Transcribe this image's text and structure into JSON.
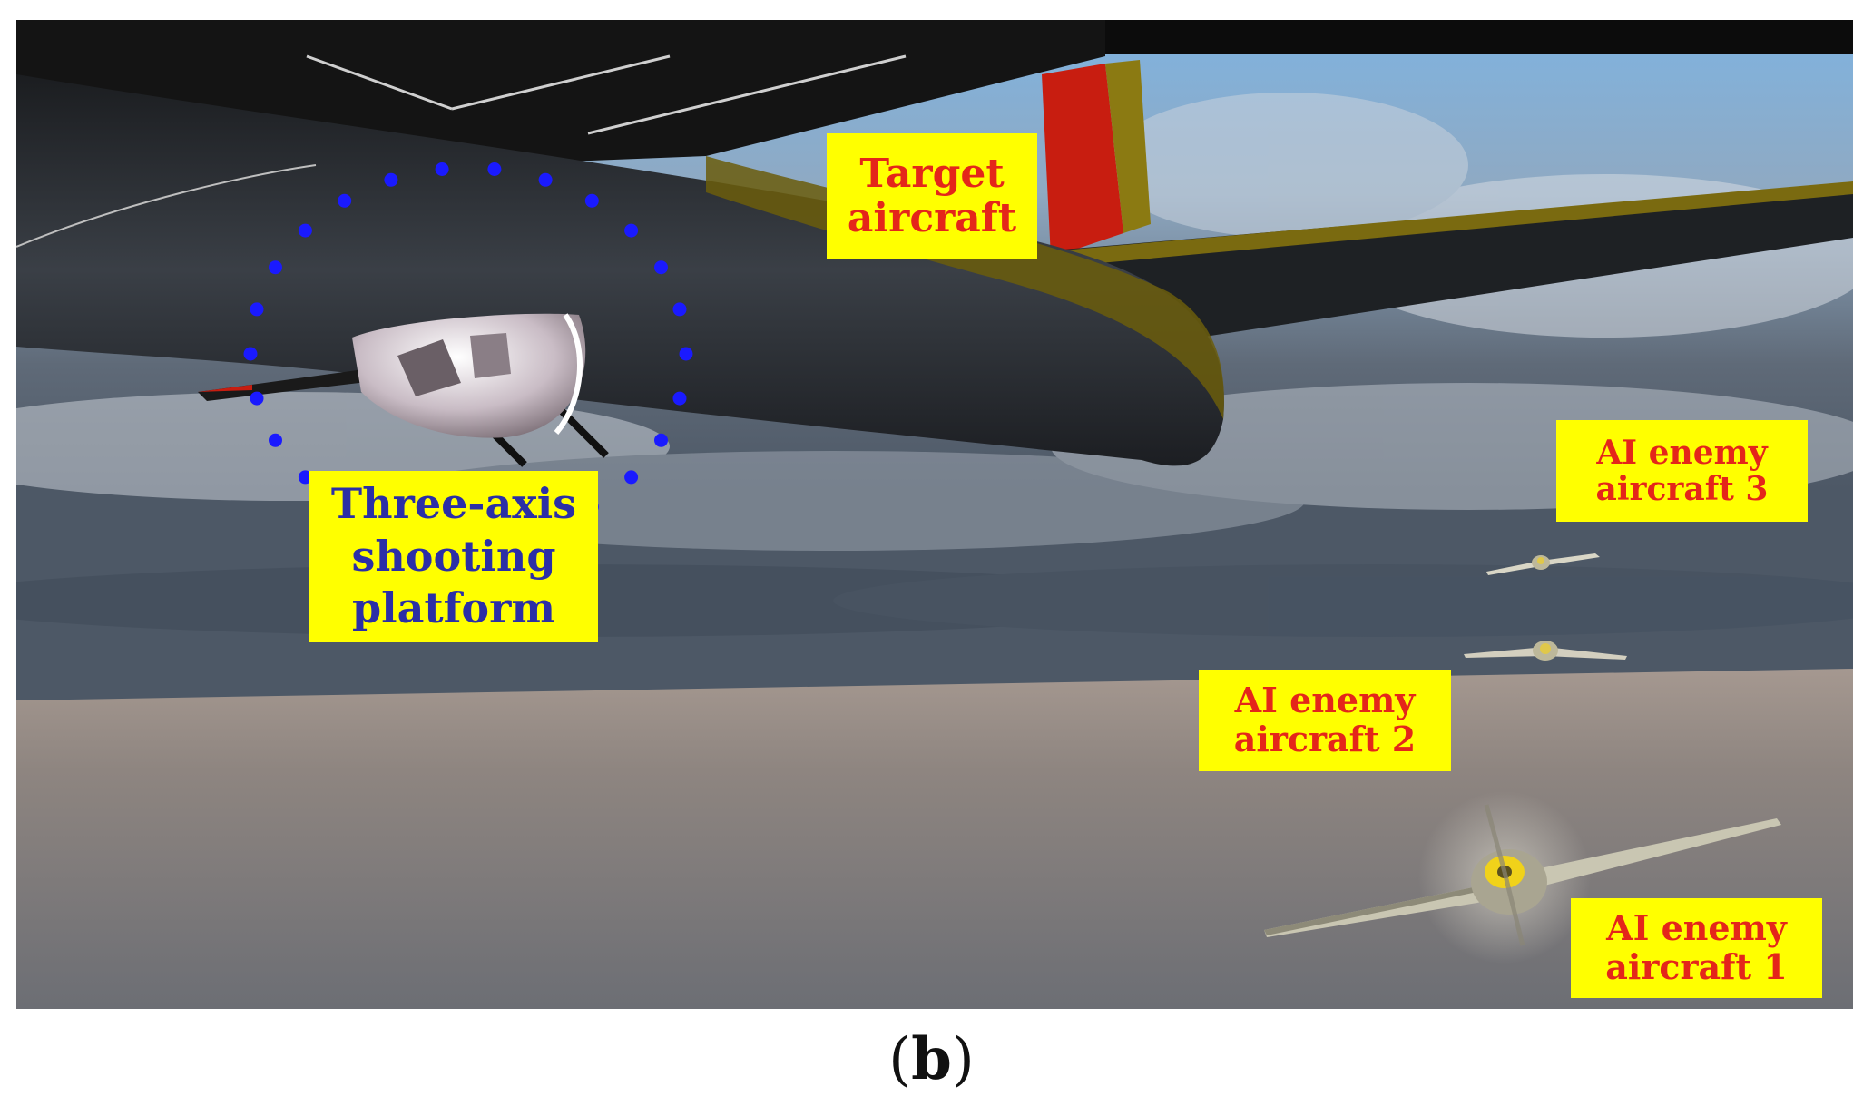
{
  "scene": {
    "labels": {
      "target_aircraft": {
        "line1": "Target",
        "line2": "aircraft",
        "color": "#e4261a"
      },
      "shooting_platform": {
        "line1": "Three-axis",
        "line2": "shooting",
        "line3": "platform",
        "color": "#2b2fa6"
      },
      "enemy_3": {
        "line1": "AI enemy",
        "line2": "aircraft 3",
        "color": "#e4261a"
      },
      "enemy_2": {
        "line1": "AI enemy",
        "line2": "aircraft 2",
        "color": "#e4261a"
      },
      "enemy_1": {
        "line1": "AI enemy",
        "line2": "aircraft 1",
        "color": "#e4261a"
      }
    },
    "label_background": "#ffff00",
    "highlight_ring_color": "#1a1aff"
  },
  "caption": {
    "open": "(",
    "letter": "b",
    "close": ")"
  }
}
